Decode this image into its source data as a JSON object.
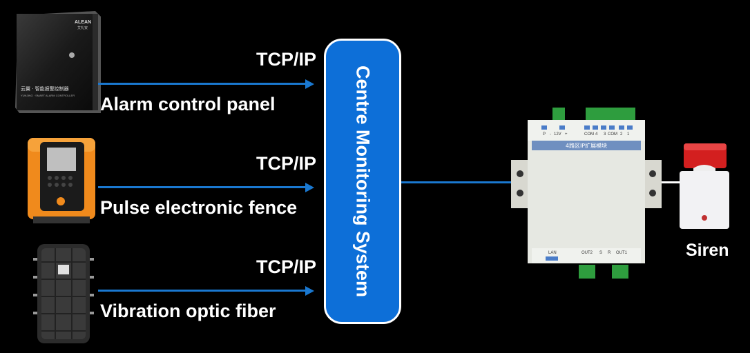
{
  "inputs": [
    {
      "label": "Alarm control panel",
      "protocol": "TCP/IP",
      "panel_brand": "ALEAN",
      "panel_brand_cn": "艾礼安",
      "panel_caption_cn": "云翼 · 智能报警控制器",
      "panel_caption_en": "YUNJING · SMART ALARM CONTROLLER"
    },
    {
      "label": "Pulse electronic fence",
      "protocol": "TCP/IP"
    },
    {
      "label": "Vibration optic fiber",
      "protocol": "TCP/IP"
    }
  ],
  "centre": {
    "label": "Centre Monitoring System"
  },
  "module": {
    "title": "4路区IP扩展模块",
    "top_terminals": [
      "P",
      "-",
      "12V",
      "+",
      "COM",
      "4",
      "3",
      "COM",
      "2",
      "1"
    ],
    "bottom_left": "LAN",
    "bottom_terminals": [
      "OUT2",
      "S",
      "R",
      "OUT1"
    ]
  },
  "output": {
    "label": "Siren"
  },
  "colors": {
    "background": "#000000",
    "accent": "#1a78d0",
    "pill": "#0d6fd8",
    "text": "#ffffff"
  }
}
